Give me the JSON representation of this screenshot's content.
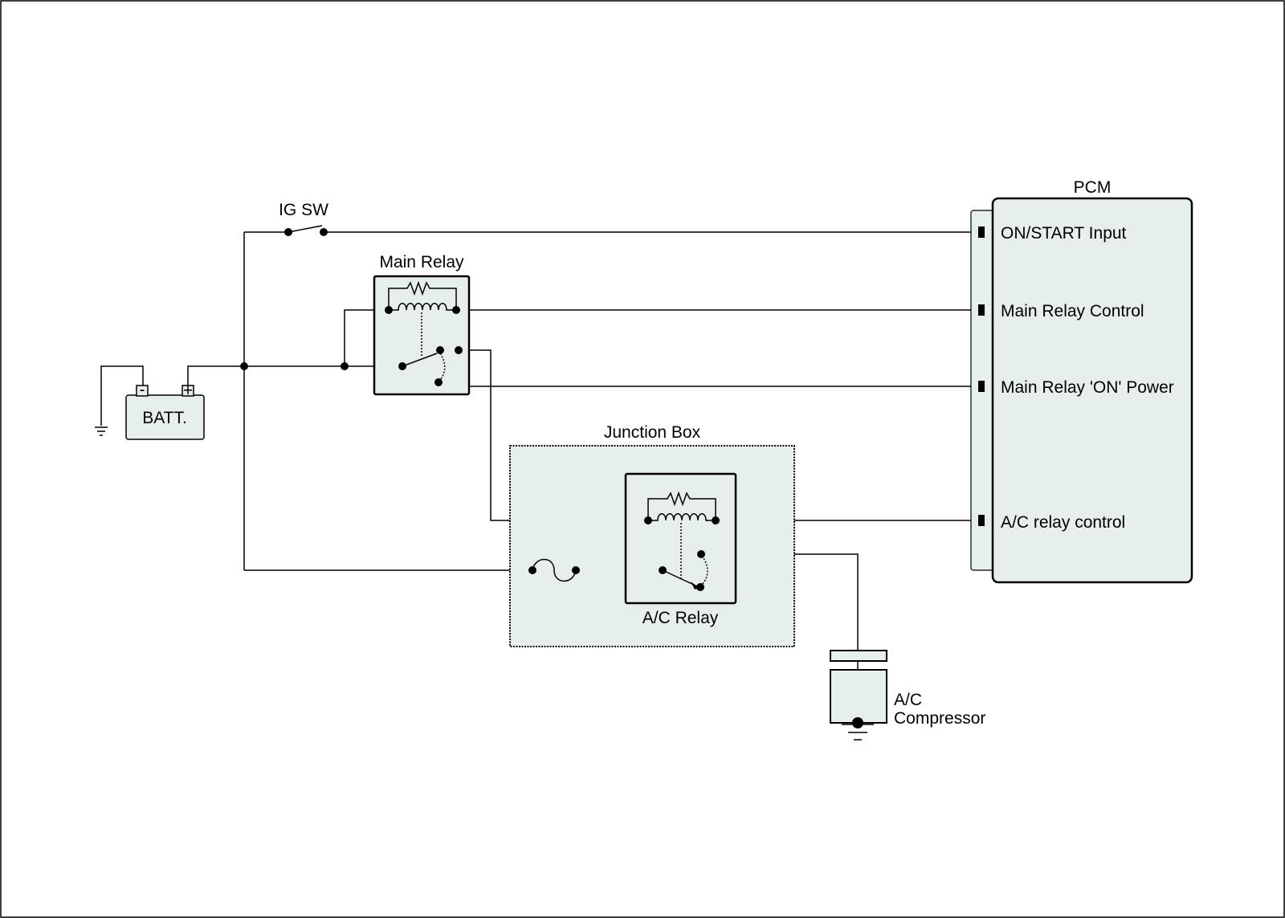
{
  "labels": {
    "ig_sw": "IG SW",
    "main_relay": "Main Relay",
    "battery": "BATT.",
    "battery_neg": "-",
    "battery_pos": "+",
    "junction_box": "Junction Box",
    "ac_relay": "A/C Relay",
    "ac_compressor_line1": "A/C",
    "ac_compressor_line2": "Compressor",
    "pcm": "PCM"
  },
  "pcm_pins": [
    "ON/START Input",
    "Main Relay Control",
    "Main Relay 'ON' Power",
    "A/C relay control"
  ],
  "colors": {
    "component_fill": "#e6eeee",
    "wire": "#000000"
  }
}
